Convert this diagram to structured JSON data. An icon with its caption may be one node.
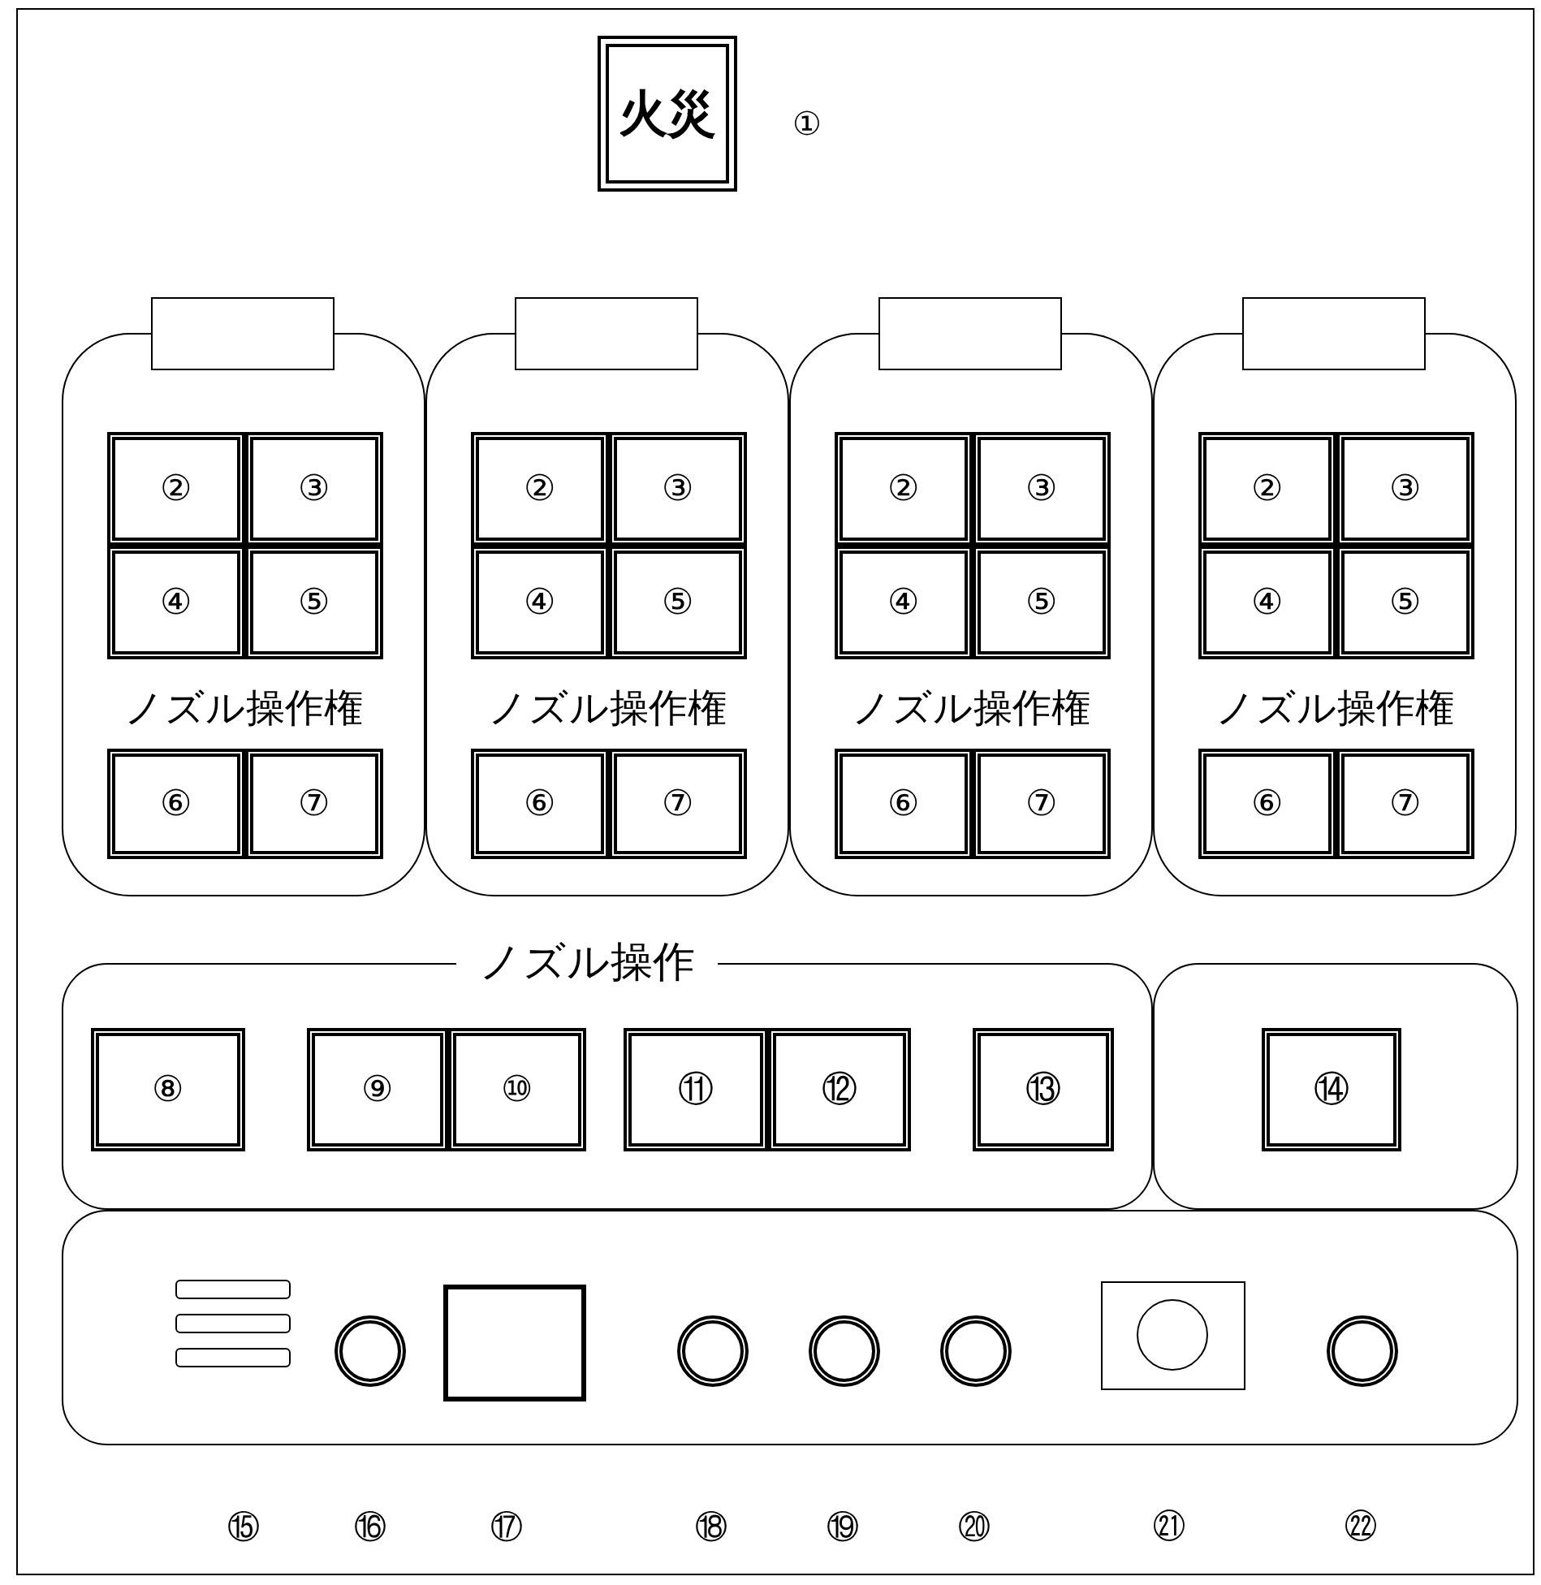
{
  "diagram": {
    "nodes": [
      {
        "text": [
          "火災"
        ],
        "beside": [
          "①"
        ]
      },
      {
        "text": [],
        "shape": "box"
      },
      {
        "text": [
          "ノズル操作権"
        ]
      },
      {
        "text": [
          "②"
        ],
        "in": 2
      },
      {
        "text": [
          "③"
        ],
        "in": 2
      },
      {
        "text": [
          "④"
        ],
        "in": 2
      },
      {
        "text": [
          "⑤"
        ],
        "in": 2
      },
      {
        "text": [
          "⑥"
        ],
        "in": 2
      },
      {
        "text": [
          "⑦"
        ],
        "in": 2
      },
      {
        "text": [],
        "shape": "box"
      },
      {
        "text": [
          "ノズル操作権"
        ]
      },
      {
        "text": [
          "②"
        ],
        "in": 10
      },
      {
        "text": [
          "③"
        ],
        "in": 10
      },
      {
        "text": [
          "④"
        ],
        "in": 10
      },
      {
        "text": [
          "⑤"
        ],
        "in": 10
      },
      {
        "text": [
          "⑥"
        ],
        "in": 10
      },
      {
        "text": [
          "⑦"
        ],
        "in": 10
      },
      {
        "text": [],
        "shape": "box"
      },
      {
        "text": [
          "ノズル操作権"
        ]
      },
      {
        "text": [
          "②"
        ],
        "in": 18
      },
      {
        "text": [
          "③"
        ],
        "in": 18
      },
      {
        "text": [
          "④"
        ],
        "in": 18
      },
      {
        "text": [
          "⑤"
        ],
        "in": 18
      },
      {
        "text": [
          "⑥"
        ],
        "in": 18
      },
      {
        "text": [
          "⑦"
        ],
        "in": 18
      },
      {
        "text": [],
        "shape": "box"
      },
      {
        "text": [
          "ノズル操作権"
        ]
      },
      {
        "text": [
          "②"
        ],
        "in": 26
      },
      {
        "text": [
          "③"
        ],
        "in": 26
      },
      {
        "text": [
          "④"
        ],
        "in": 26
      },
      {
        "text": [
          "⑤"
        ],
        "in": 26
      },
      {
        "text": [
          "⑥"
        ],
        "in": 26
      },
      {
        "text": [
          "⑦"
        ],
        "in": 26
      },
      {
        "text": [
          "ノズル操作"
        ]
      },
      {
        "text": [
          "⑧"
        ],
        "in": 33
      },
      {
        "text": [
          "⑨"
        ],
        "in": 33
      },
      {
        "text": [
          "⑩"
        ],
        "in": 33
      },
      {
        "text": [
          "⑪"
        ],
        "in": 33
      },
      {
        "text": [
          "⑫"
        ],
        "in": 33
      },
      {
        "text": [
          "⑬"
        ],
        "in": 33
      },
      {
        "text": [],
        "shape": "box"
      },
      {
        "text": [
          "⑭"
        ],
        "in": 40
      },
      {
        "text": [],
        "shape": "box"
      },
      {
        "text": [],
        "shape": "bar",
        "in": 42
      },
      {
        "text": [],
        "shape": "bar",
        "in": 42
      },
      {
        "text": [],
        "shape": "bar",
        "in": 42
      },
      {
        "text": [],
        "shape": "circle",
        "in": 42
      },
      {
        "text": [],
        "shape": "box",
        "in": 42
      },
      {
        "text": [],
        "shape": "circle",
        "in": 42
      },
      {
        "text": [],
        "shape": "circle",
        "in": 42
      },
      {
        "text": [],
        "shape": "circle",
        "in": 42
      },
      {
        "text": [],
        "shape": "box",
        "in": 42
      },
      {
        "text": [],
        "shape": "circle",
        "in": 51
      },
      {
        "text": [],
        "shape": "circle",
        "in": 42
      }
    ],
    "edges": [],
    "labels": [
      "⑮",
      "⑯",
      "⑰",
      "⑱",
      "⑲",
      "⑳",
      "㉑",
      "㉒"
    ]
  }
}
